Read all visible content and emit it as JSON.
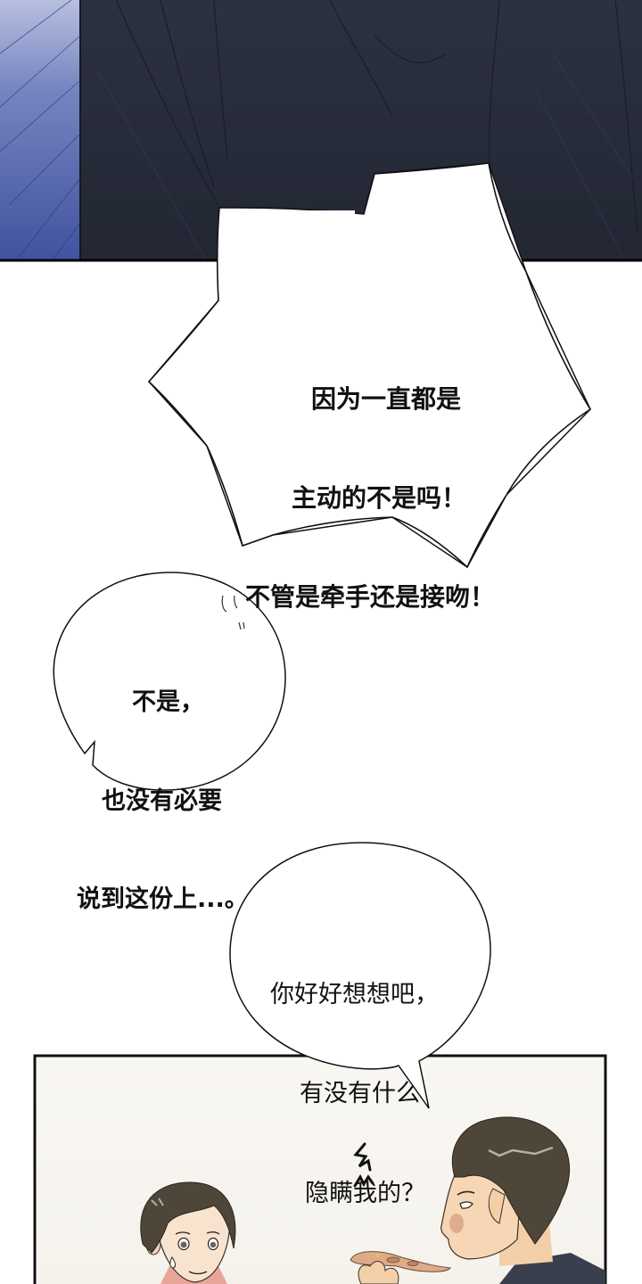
{
  "panels": [
    {
      "id": "panel-1",
      "description": "dark clothing close-up",
      "colors": {
        "clothing": "#262b3a",
        "background_left": "#4a5a9c",
        "border": "#000000"
      }
    },
    {
      "id": "panel-2",
      "description": "two characters at table, one eating pizza",
      "colors": {
        "background": "#f7f4ef",
        "hair": "#4f463a",
        "skin": "#f6dcc0",
        "pizza": "#d9a883",
        "shirt": "#3a3f4d",
        "border": "#111111"
      }
    }
  ],
  "bubbles": [
    {
      "shape": "spiky-shout",
      "lines": [
        "因为一直都是",
        "主动的不是吗！",
        "不管是牵手还是接吻！"
      ]
    },
    {
      "shape": "round",
      "lines": [
        "不是，",
        "也没有必要",
        "说到这份上...。"
      ],
      "sfx": "sweat-marks"
    },
    {
      "shape": "round",
      "lines": [
        "你好好想想吧，",
        "有没有什么",
        "隐瞒我的？"
      ]
    }
  ],
  "sfx": {
    "annoyed_squiggle": "zigzag"
  }
}
